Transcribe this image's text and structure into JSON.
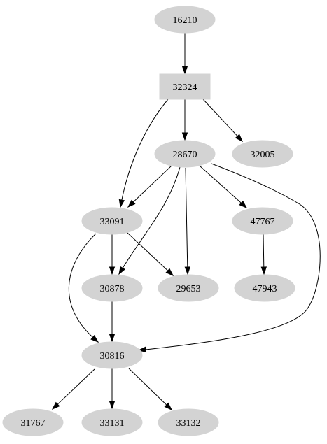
{
  "graph": {
    "nodes": [
      {
        "id": "16210",
        "label": "16210",
        "shape": "ellipse"
      },
      {
        "id": "32324",
        "label": "32324",
        "shape": "box"
      },
      {
        "id": "28670",
        "label": "28670",
        "shape": "ellipse"
      },
      {
        "id": "32005",
        "label": "32005",
        "shape": "ellipse"
      },
      {
        "id": "33091",
        "label": "33091",
        "shape": "ellipse"
      },
      {
        "id": "47767",
        "label": "47767",
        "shape": "ellipse"
      },
      {
        "id": "30878",
        "label": "30878",
        "shape": "ellipse"
      },
      {
        "id": "29653",
        "label": "29653",
        "shape": "ellipse"
      },
      {
        "id": "47943",
        "label": "47943",
        "shape": "ellipse"
      },
      {
        "id": "30816",
        "label": "30816",
        "shape": "ellipse"
      },
      {
        "id": "31767",
        "label": "31767",
        "shape": "ellipse"
      },
      {
        "id": "33131",
        "label": "33131",
        "shape": "ellipse"
      },
      {
        "id": "33132",
        "label": "33132",
        "shape": "ellipse"
      }
    ],
    "edges": [
      {
        "from": "16210",
        "to": "32324"
      },
      {
        "from": "32324",
        "to": "28670"
      },
      {
        "from": "32324",
        "to": "32005"
      },
      {
        "from": "32324",
        "to": "33091"
      },
      {
        "from": "28670",
        "to": "33091"
      },
      {
        "from": "28670",
        "to": "30878"
      },
      {
        "from": "28670",
        "to": "29653"
      },
      {
        "from": "28670",
        "to": "47767"
      },
      {
        "from": "28670",
        "to": "30816"
      },
      {
        "from": "33091",
        "to": "30878"
      },
      {
        "from": "33091",
        "to": "29653"
      },
      {
        "from": "33091",
        "to": "30816"
      },
      {
        "from": "47767",
        "to": "47943"
      },
      {
        "from": "30878",
        "to": "30816"
      },
      {
        "from": "30816",
        "to": "31767"
      },
      {
        "from": "30816",
        "to": "33131"
      },
      {
        "from": "30816",
        "to": "33132"
      }
    ]
  },
  "colors": {
    "node_fill": "#d3d3d3",
    "edge": "#000000",
    "label": "#000000",
    "background": "#ffffff"
  }
}
